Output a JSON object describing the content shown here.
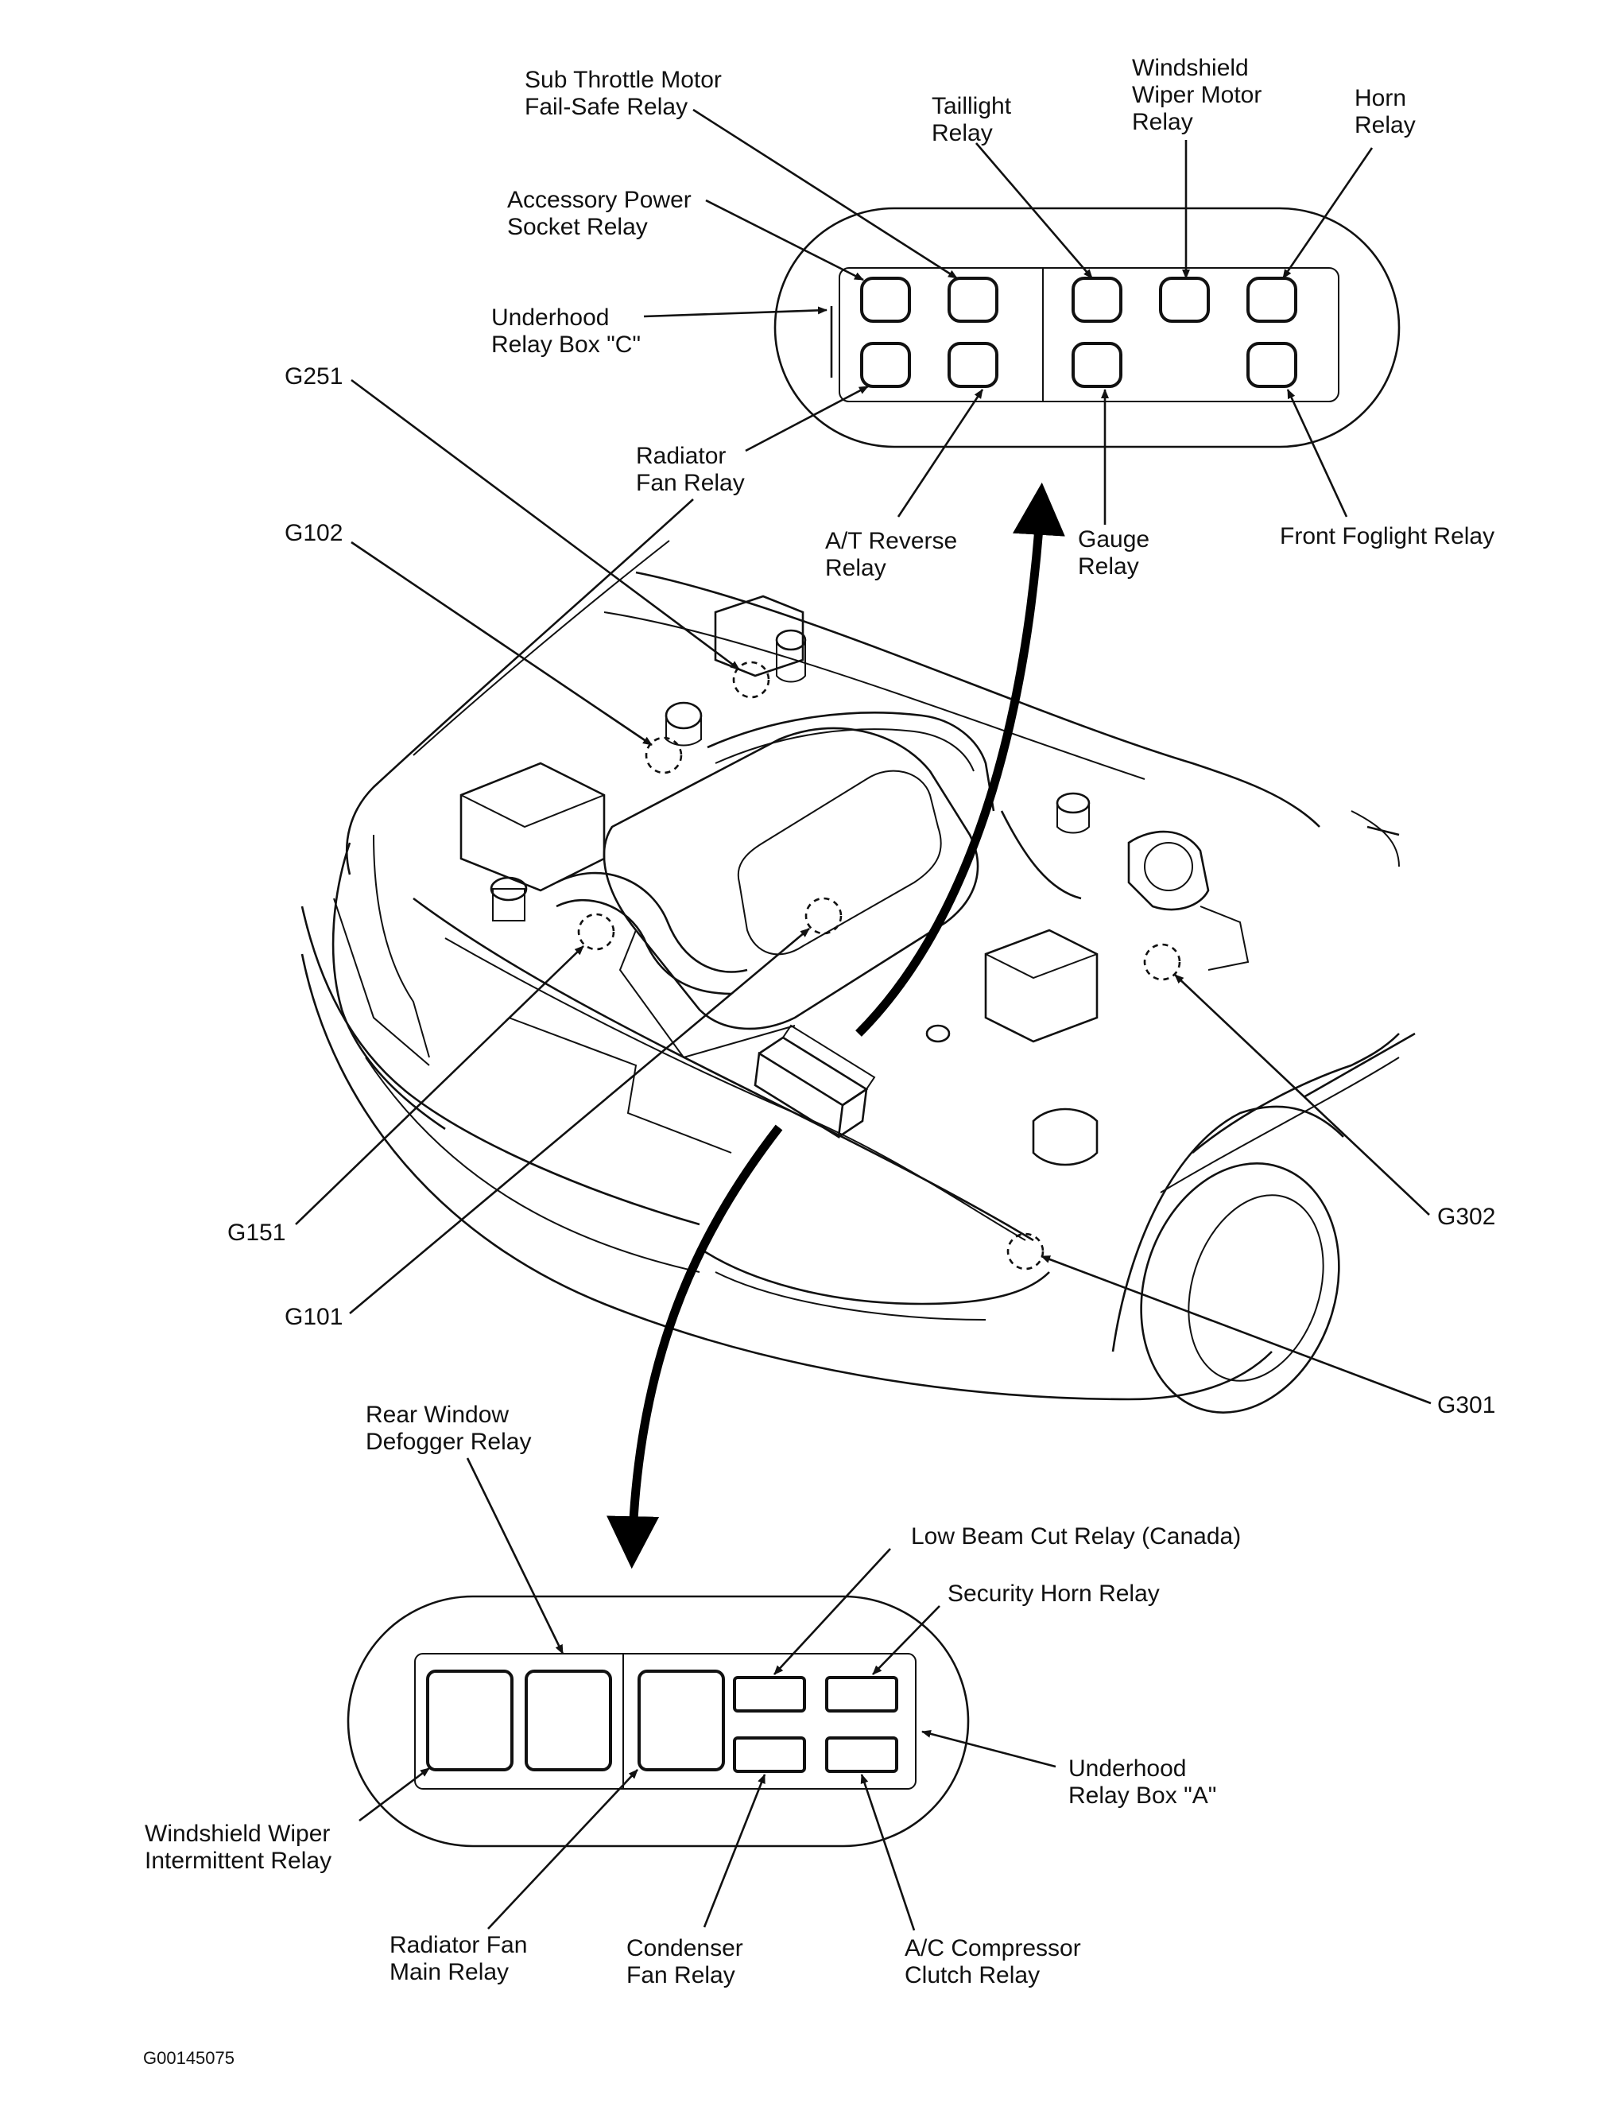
{
  "figure_code": "G00145075",
  "relay_box_c": {
    "title": "Underhood Relay Box \"C\"",
    "labels": {
      "sub_throttle": [
        "Sub Throttle Motor",
        "Fail-Safe Relay"
      ],
      "taillight": [
        "Taillight",
        "Relay"
      ],
      "wiper_motor": [
        "Windshield",
        "Wiper Motor",
        "Relay"
      ],
      "horn": [
        "Horn",
        "Relay"
      ],
      "accessory": [
        "Accessory Power",
        "Socket Relay"
      ],
      "box": [
        "Underhood",
        "Relay Box \"C\""
      ],
      "radiator_fan": [
        "Radiator",
        "Fan Relay"
      ],
      "at_reverse": [
        "A/T Reverse",
        "Relay"
      ],
      "gauge": [
        "Gauge",
        "Relay"
      ],
      "front_foglight": [
        "Front Foglight Relay"
      ]
    }
  },
  "grounds": {
    "g251": "G251",
    "g102": "G102",
    "g151": "G151",
    "g101": "G101",
    "g302": "G302",
    "g301": "G301"
  },
  "relay_box_a": {
    "labels": {
      "rear_defogger": [
        "Rear Window",
        "Defogger Relay"
      ],
      "low_beam_cut": [
        "Low Beam Cut Relay (Canada)"
      ],
      "security_horn": [
        "Security Horn Relay"
      ],
      "box": [
        "Underhood",
        "Relay Box \"A\""
      ],
      "wiper_intermittent": [
        "Windshield Wiper",
        "Intermittent Relay"
      ],
      "radiator_fan_main": [
        "Radiator Fan",
        "Main Relay"
      ],
      "condenser_fan": [
        "Condenser",
        "Fan Relay"
      ],
      "ac_compressor": [
        "A/C Compressor",
        "Clutch Relay"
      ]
    }
  }
}
